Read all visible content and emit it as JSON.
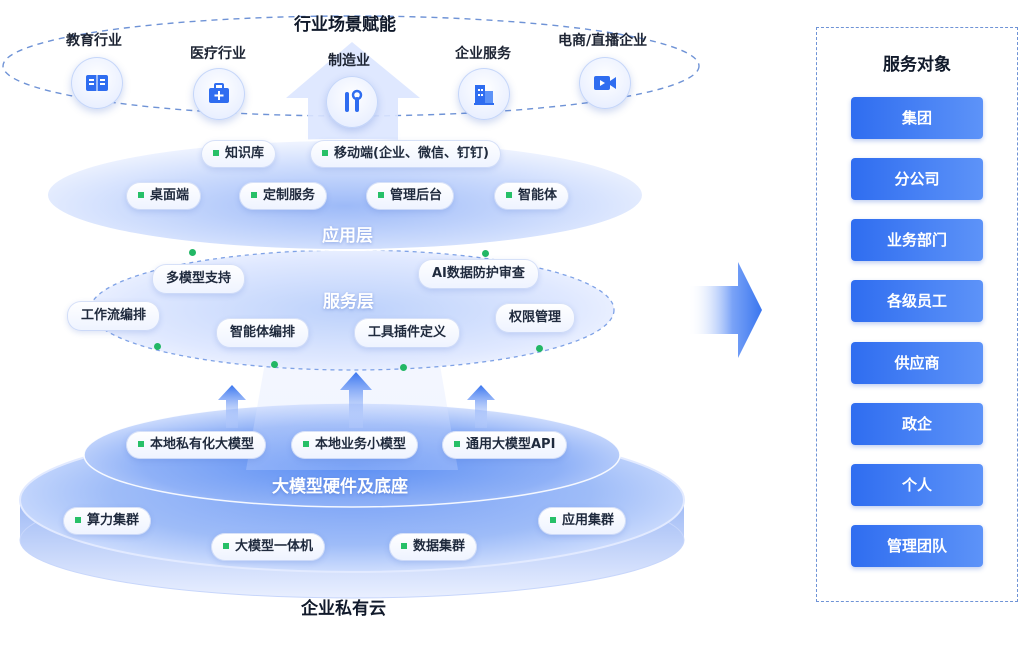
{
  "top_title": "行业场景赋能",
  "industries": [
    {
      "label": "教育行业",
      "icon": "book-icon"
    },
    {
      "label": "医疗行业",
      "icon": "medical-kit-icon"
    },
    {
      "label": "制造业",
      "icon": "tools-icon"
    },
    {
      "label": "企业服务",
      "icon": "building-icon"
    },
    {
      "label": "电商/直播企业",
      "icon": "video-icon"
    }
  ],
  "app_layer": {
    "title": "应用层",
    "items_row1": [
      "知识库",
      "移动端(企业、微信、钉钉)"
    ],
    "items_row2": [
      "桌面端",
      "定制服务",
      "管理后台",
      "智能体"
    ]
  },
  "service_layer": {
    "title": "服务层",
    "items": [
      "多模型支持",
      "AI数据防护审查",
      "工作流编排",
      "智能体编排",
      "工具插件定义",
      "权限管理"
    ]
  },
  "hardware_layer": {
    "title": "大模型硬件及底座",
    "items": [
      "本地私有化大模型",
      "本地业务小模型",
      "通用大模型API"
    ]
  },
  "cloud_layer": {
    "title": "企业私有云",
    "items": [
      "算力集群",
      "大模型一体机",
      "数据集群",
      "应用集群"
    ]
  },
  "service_targets": {
    "title": "服务对象",
    "items": [
      "集团",
      "分公司",
      "业务部门",
      "各级员工",
      "供应商",
      "政企",
      "个人",
      "管理团队"
    ]
  },
  "colors": {
    "accent": "#2f6df0",
    "accent_light": "#5d93f8",
    "dot_green": "#27c068",
    "panel_border": "#6f93d6"
  }
}
